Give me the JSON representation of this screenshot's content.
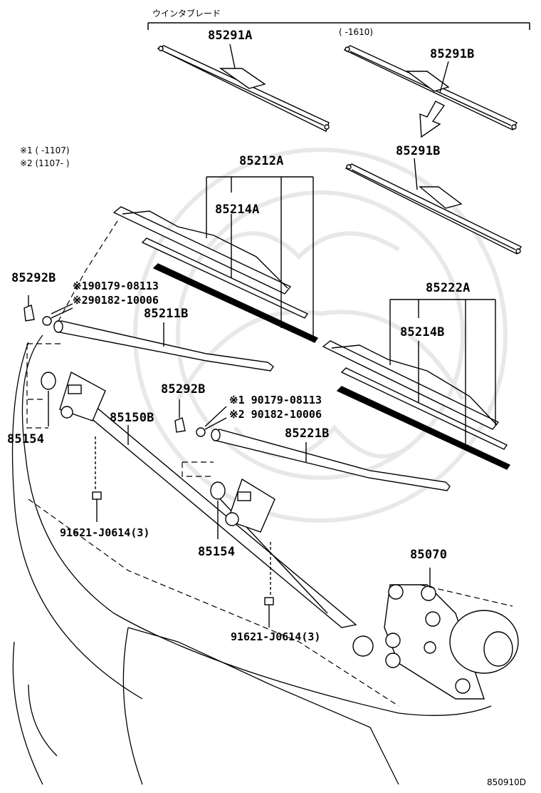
{
  "header": {
    "title": "ウインタブレード"
  },
  "notes": {
    "note1": "※1 (        -1107)",
    "note2": "※2 (1107-        )"
  },
  "date_range_blade": "(      -1610)",
  "parts": {
    "p85291A": "85291A",
    "p85291B_top": "85291B",
    "p85291B_lower": "85291B",
    "p85212A": "85212A",
    "p85214A": "85214A",
    "p85292B_left": "85292B",
    "p90179_left": "※190179-08113",
    "p90182_left": "※290182-10006",
    "p85211B": "85211B",
    "p85222A": "85222A",
    "p85214B": "85214B",
    "p85292B_mid": "85292B",
    "p90179_mid": "※1 90179-08113",
    "p90182_mid": "※2 90182-10006",
    "p85150B": "85150B",
    "p85154_left": "85154",
    "p85221B": "85221B",
    "p91621_left": "91621-J0614(3)",
    "p85154_mid": "85154",
    "p85070": "85070",
    "p91621_right": "91621-J0614(3)"
  },
  "diagram_code": "850910D"
}
